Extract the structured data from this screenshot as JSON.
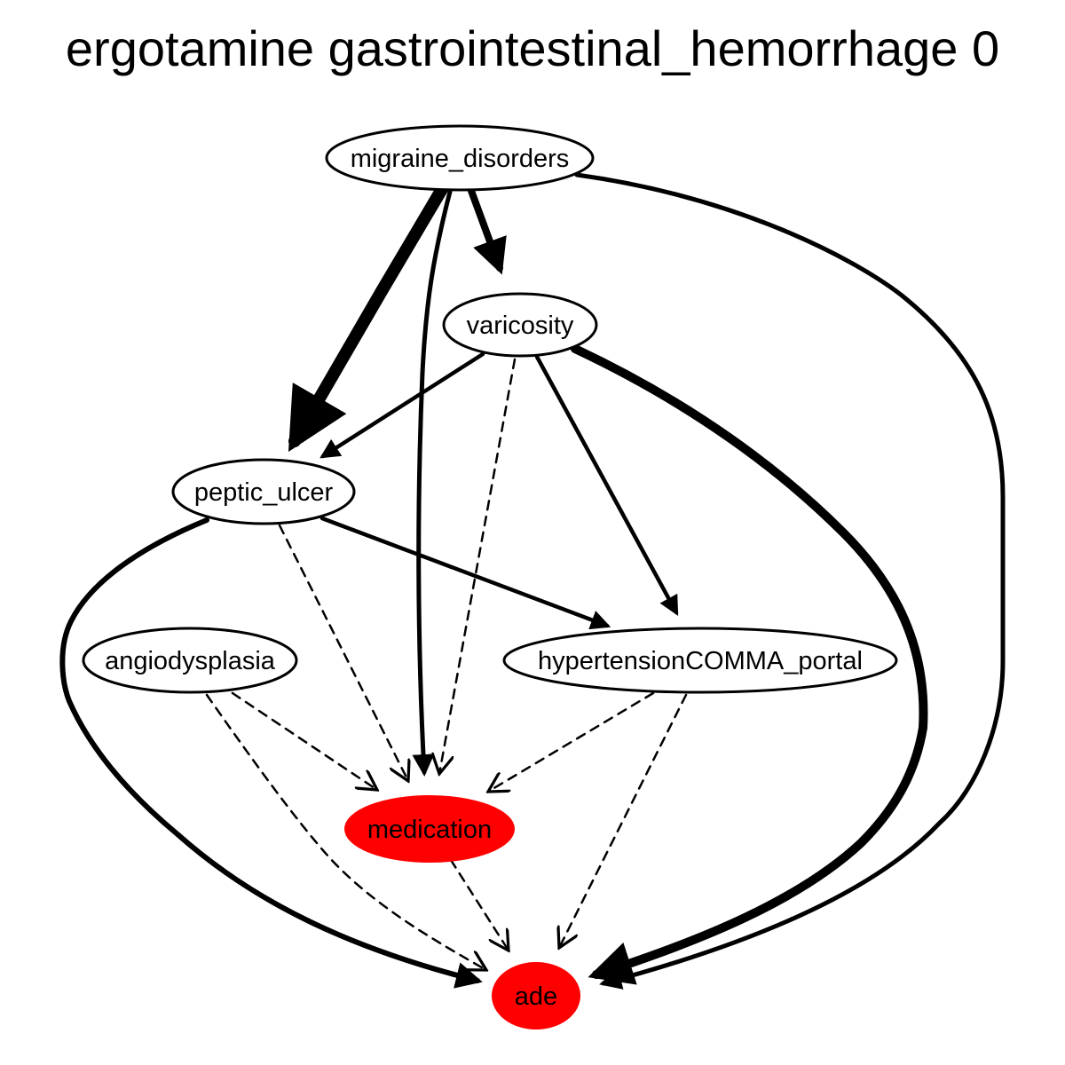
{
  "title": "ergotamine gastrointestinal_hemorrhage 0",
  "colors": {
    "highlight": "#ff0000",
    "outline": "#000000",
    "background": "#ffffff"
  },
  "nodes": {
    "migraine_disorders": {
      "label": "migraine_disorders",
      "highlight": false
    },
    "varicosity": {
      "label": "varicosity",
      "highlight": false
    },
    "peptic_ulcer": {
      "label": "peptic_ulcer",
      "highlight": false
    },
    "angiodysplasia": {
      "label": "angiodysplasia",
      "highlight": false
    },
    "hypertension_portal": {
      "label": "hypertensionCOMMA_portal",
      "highlight": false
    },
    "medication": {
      "label": "medication",
      "highlight": true
    },
    "ade": {
      "label": "ade",
      "highlight": true
    }
  },
  "edges": [
    {
      "from": "migraine_disorders",
      "to": "peptic_ulcer",
      "style": "solid",
      "weight": "heaviest"
    },
    {
      "from": "migraine_disorders",
      "to": "varicosity",
      "style": "solid",
      "weight": "heavy"
    },
    {
      "from": "migraine_disorders",
      "to": "medication",
      "style": "solid",
      "weight": "medium"
    },
    {
      "from": "migraine_disorders",
      "to": "ade",
      "style": "solid",
      "weight": "medium"
    },
    {
      "from": "varicosity",
      "to": "peptic_ulcer",
      "style": "solid",
      "weight": "medium"
    },
    {
      "from": "varicosity",
      "to": "hypertension_portal",
      "style": "solid",
      "weight": "medium"
    },
    {
      "from": "varicosity",
      "to": "ade",
      "style": "solid",
      "weight": "heavy"
    },
    {
      "from": "varicosity",
      "to": "medication",
      "style": "dashed",
      "weight": "light"
    },
    {
      "from": "peptic_ulcer",
      "to": "hypertension_portal",
      "style": "solid",
      "weight": "medium"
    },
    {
      "from": "peptic_ulcer",
      "to": "ade",
      "style": "solid",
      "weight": "medium-heavy"
    },
    {
      "from": "peptic_ulcer",
      "to": "medication",
      "style": "dashed",
      "weight": "light"
    },
    {
      "from": "angiodysplasia",
      "to": "medication",
      "style": "dashed",
      "weight": "light"
    },
    {
      "from": "angiodysplasia",
      "to": "ade",
      "style": "dashed",
      "weight": "light"
    },
    {
      "from": "hypertension_portal",
      "to": "medication",
      "style": "dashed",
      "weight": "light"
    },
    {
      "from": "hypertension_portal",
      "to": "ade",
      "style": "dashed",
      "weight": "light"
    },
    {
      "from": "medication",
      "to": "ade",
      "style": "dashed",
      "weight": "light"
    }
  ]
}
